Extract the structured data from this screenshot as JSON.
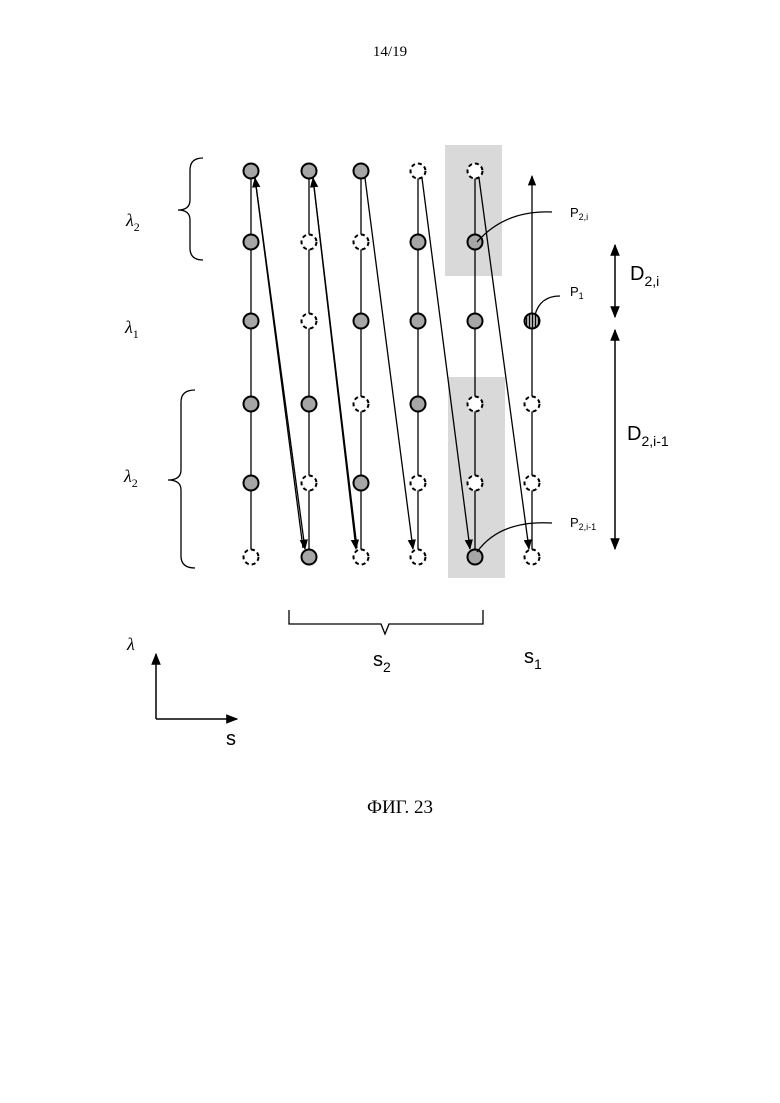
{
  "page": {
    "number": "14/19"
  },
  "figure": {
    "caption": "ФИГ. 23",
    "labels": {
      "lambda2_top": "λ",
      "lambda2_top_sub": "2",
      "lambda1": "λ",
      "lambda1_sub": "1",
      "lambda2_bottom": "λ",
      "lambda2_bottom_sub": "2",
      "p2i": "P",
      "p2i_sub": "2,i",
      "p1": "P",
      "p1_sub": "1",
      "p2im1": "P",
      "p2im1_sub": "2,i-1",
      "d2i": "D",
      "d2i_sub": "2,i",
      "d2im1": "D",
      "d2im1_sub": "2,i-1",
      "s2": "s",
      "s2_sub": "2",
      "s1": "s",
      "s1_sub": "1",
      "axis_y": "λ",
      "axis_x": "s"
    },
    "colors": {
      "filled": "#a6a6a6",
      "highlight": "#d9d9d9",
      "stroke": "#000000"
    }
  }
}
